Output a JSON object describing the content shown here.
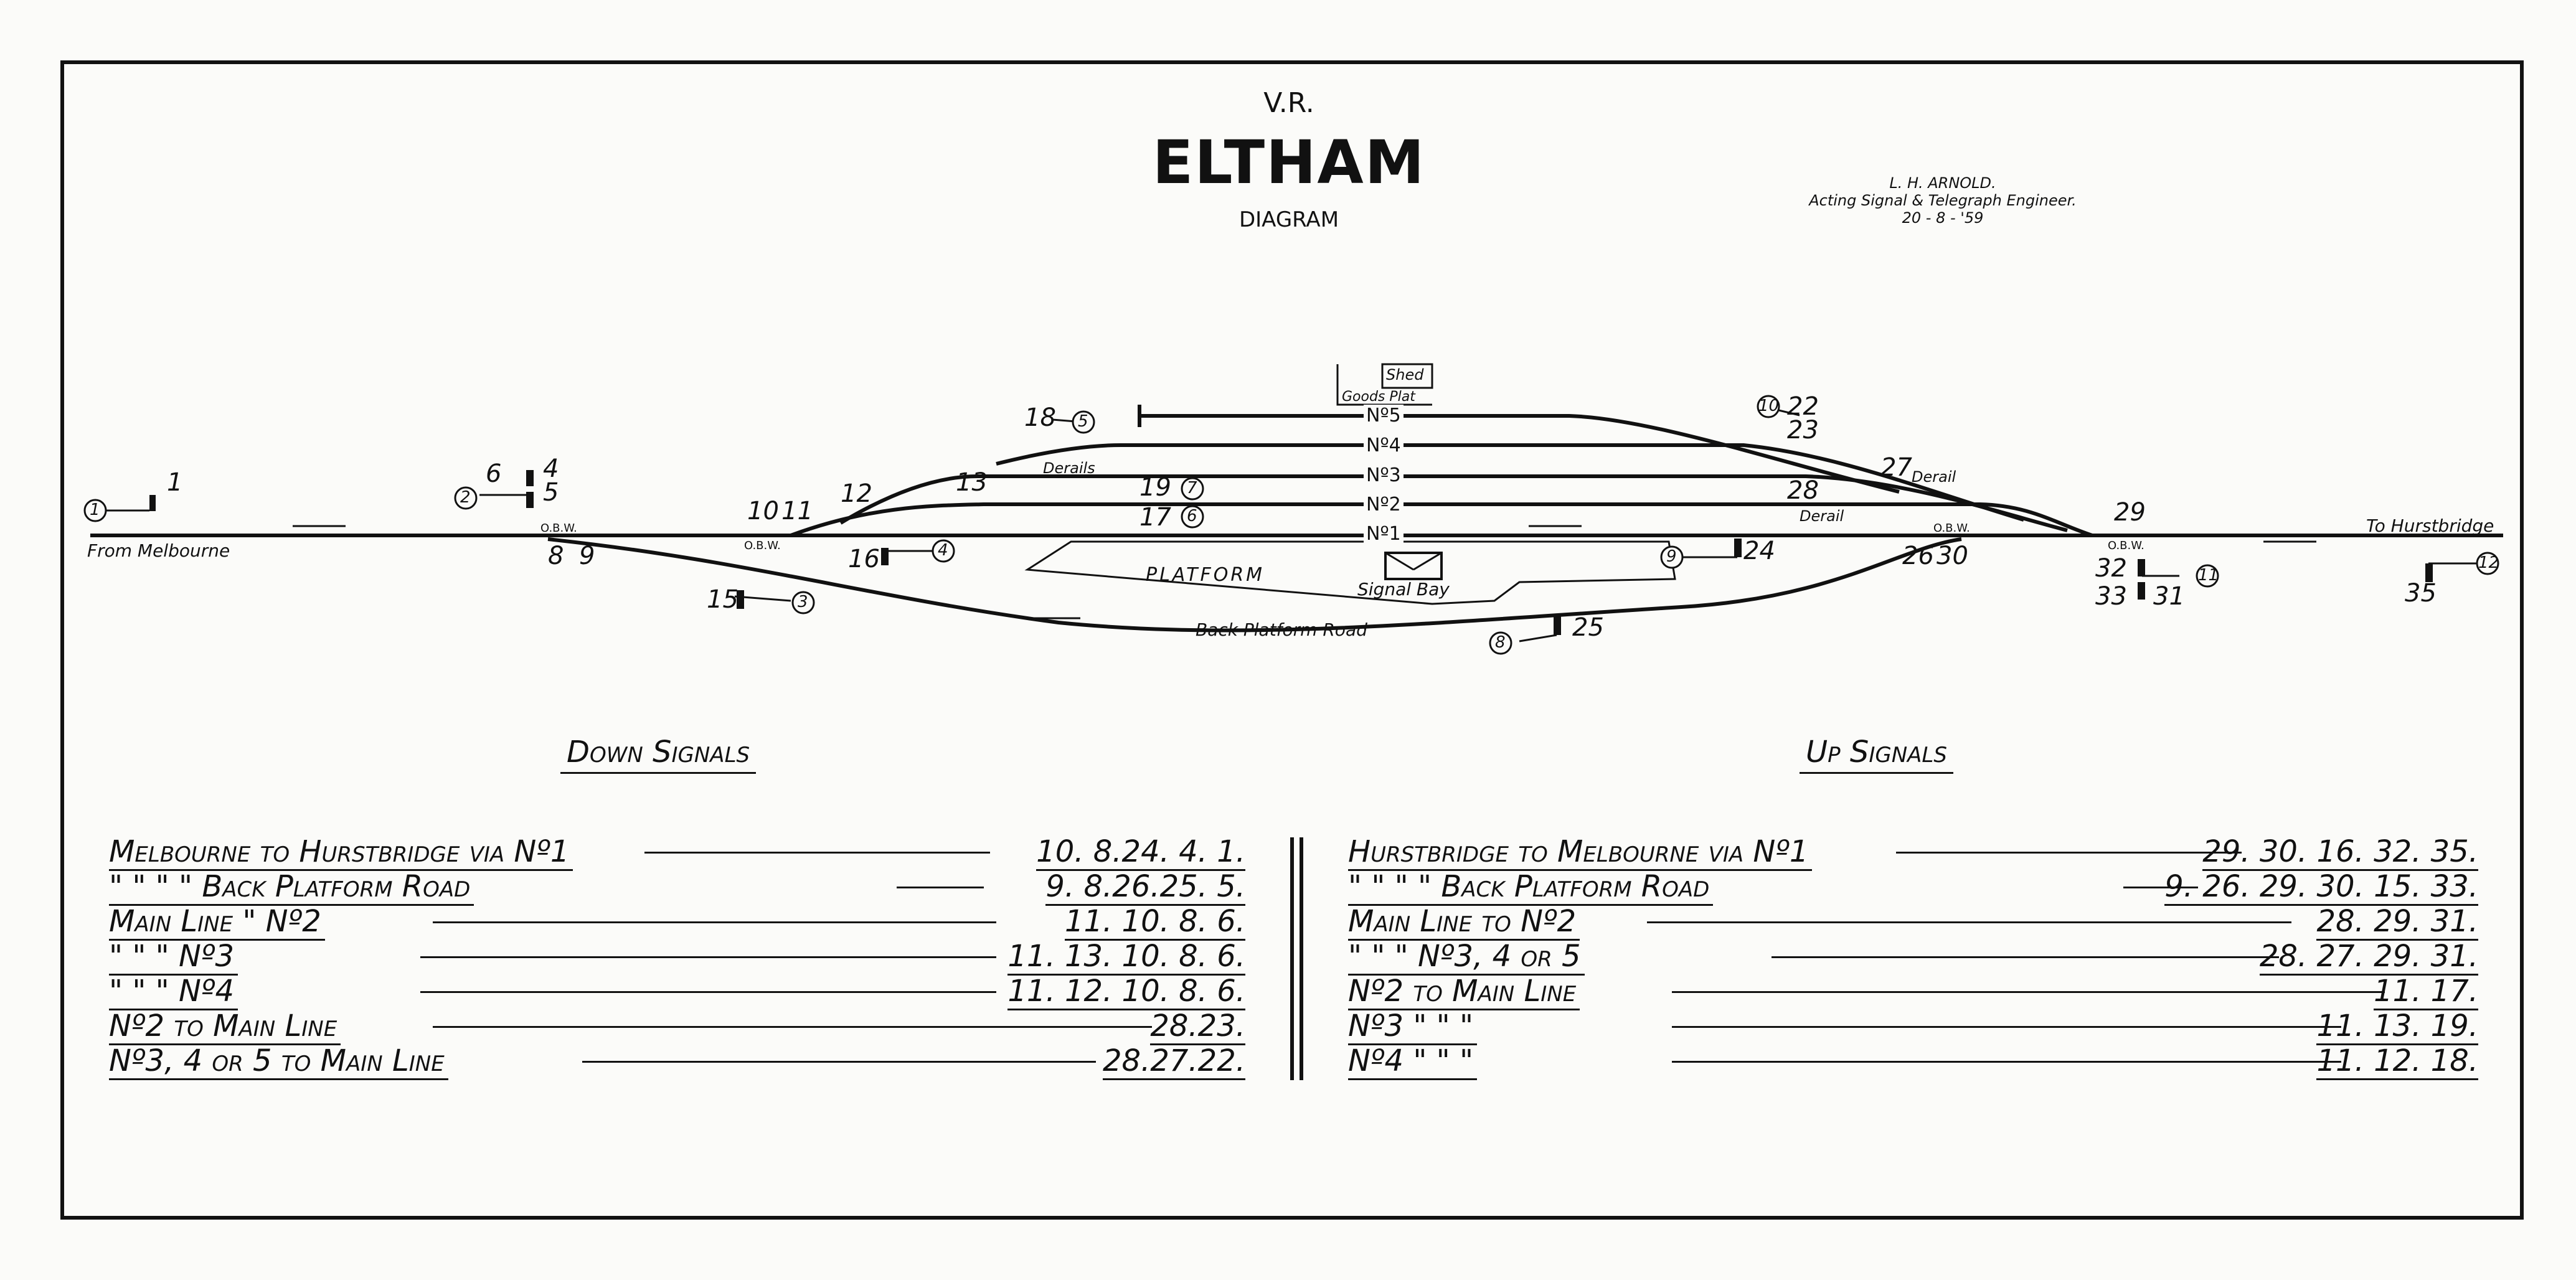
{
  "header": {
    "railway": "V.R.",
    "station": "ELTHAM",
    "subtitle": "DIAGRAM",
    "engineer_name": "L. H. ARNOLD.",
    "engineer_title": "Acting Signal & Telegraph Engineer.",
    "date": "20 - 8 - '59"
  },
  "layout": {
    "from_label": "From Melbourne",
    "to_label": "To Hurstbridge",
    "tracks": [
      "Nº5",
      "Nº4",
      "Nº3",
      "Nº2",
      "Nº1"
    ],
    "platform_label": "PLATFORM",
    "signal_bay_label": "Signal Bay",
    "back_platform_label": "Back Platform Road",
    "shed_label": "Shed",
    "goods_plat_label": "Goods Plat",
    "derails_label": "Derails",
    "derail_label_a": "Derail",
    "derail_label_b": "Derail",
    "obw": "O.B.W.",
    "signal_numbers": [
      "1",
      "4",
      "5",
      "6",
      "8",
      "9",
      "10",
      "11",
      "12",
      "13",
      "15",
      "16",
      "17",
      "18",
      "19",
      "22",
      "23",
      "24",
      "25",
      "26",
      "27",
      "28",
      "29",
      "30",
      "31",
      "32",
      "33",
      "35"
    ],
    "circled_numbers": [
      "1",
      "2",
      "3",
      "4",
      "5",
      "6",
      "7",
      "8",
      "9",
      "10",
      "11",
      "12"
    ]
  },
  "down_signals": {
    "heading": "Down Signals",
    "rows": [
      {
        "route": "Melbourne to Hurstbridge via Nº1",
        "signals": "10.  8.24.  4.  1."
      },
      {
        "route": "\"        \"        \"        \"   Back Platform Road",
        "signals": "9.  8.26.25.  5."
      },
      {
        "route": "Main Line  \"  Nº2",
        "signals": "11. 10.  8.  6."
      },
      {
        "route": "\"    \"    \"  Nº3",
        "signals": "11. 13. 10.  8.  6."
      },
      {
        "route": "\"    \"    \"  Nº4",
        "signals": "11. 12. 10.  8.  6."
      },
      {
        "route": "Nº2 to Main Line",
        "signals": "28.23."
      },
      {
        "route": "Nº3, 4 or 5 to Main Line",
        "signals": "28.27.22."
      }
    ]
  },
  "up_signals": {
    "heading": "Up Signals",
    "rows": [
      {
        "route": "Hurstbridge to Melbourne via Nº1",
        "signals": "29. 30. 16. 32. 35."
      },
      {
        "route": "\"        \"        \"        \"   Back Platform Road",
        "signals": "9. 26. 29. 30. 15. 33."
      },
      {
        "route": "Main Line to Nº2",
        "signals": "28. 29. 31."
      },
      {
        "route": "\"    \"    \"  Nº3, 4 or 5",
        "signals": "28. 27. 29. 31."
      },
      {
        "route": "Nº2 to Main Line",
        "signals": "11. 17."
      },
      {
        "route": "Nº3  \"    \"    \"",
        "signals": "11. 13. 19."
      },
      {
        "route": "Nº4  \"    \"    \"",
        "signals": "11. 12. 18."
      }
    ]
  }
}
